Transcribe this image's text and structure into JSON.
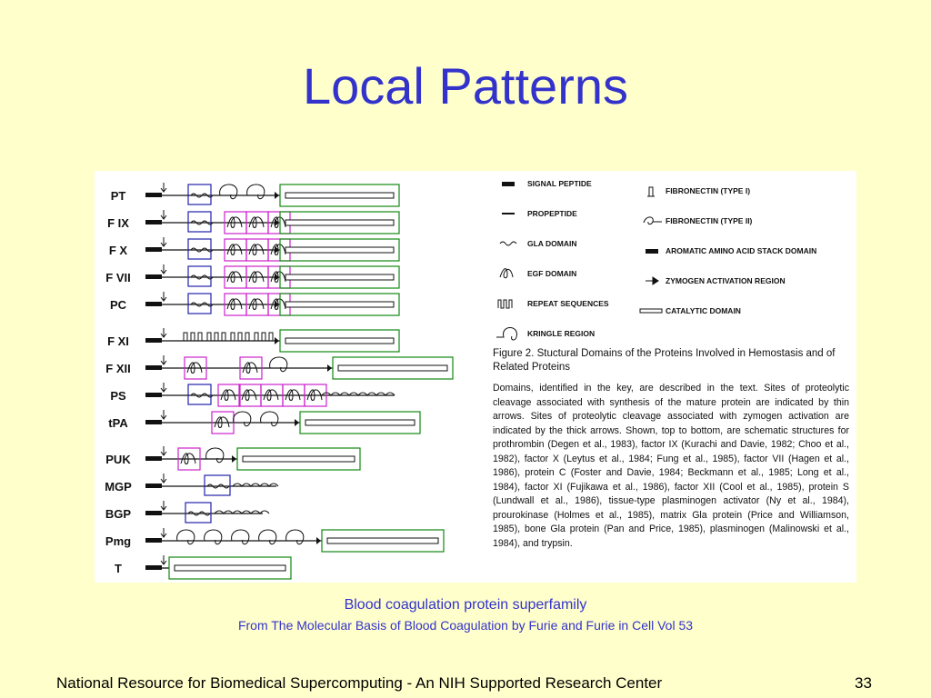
{
  "slide": {
    "title": "Local Patterns",
    "caption_line1": "Blood coagulation protein superfamily",
    "caption_line2": "From The Molecular Basis of Blood Coagulation by Furie and Furie in Cell Vol 53",
    "footer": "National Resource for Biomedical Supercomputing - An NIH Supported Research Center",
    "page_number": "33"
  },
  "figure": {
    "proteins": [
      "PT",
      "F IX",
      "F X",
      "F VII",
      "PC",
      "F XI",
      "F XII",
      "PS",
      "tPA",
      "PUK",
      "MGP",
      "BGP",
      "Pmg",
      "T"
    ],
    "key_left": [
      "SIGNAL PEPTIDE",
      "PROPEPTIDE",
      "GLA DOMAIN",
      "EGF DOMAIN",
      "REPEAT SEQUENCES",
      "KRINGLE REGION"
    ],
    "key_right": [
      "FIBRONECTIN (TYPE I)",
      "FIBRONECTIN (TYPE II)",
      "AROMATIC AMINO ACID STACK DOMAIN",
      "ZYMOGEN ACTIVATION REGION",
      "CATALYTIC DOMAIN"
    ],
    "fig_title": "Figure 2.  Stuctural Domains of the Proteins Involved in Hemostasis and of Related Proteins",
    "fig_body": "Domains, identified in the key, are described in the text. Sites of proteolytic cleavage associated with synthesis of the mature protein are indicated by thin arrows. Sites of proteolytic cleavage associated with zymogen activation are indicated by the thick arrows. Shown, top to bottom, are schematic structures for prothrombin (Degen et al., 1983), factor IX (Kurachi and Davie, 1982; Choo et al., 1982), factor X (Leytus et al., 1984; Fung et al., 1985), factor VII (Hagen et al., 1986), protein C (Foster and Davie, 1984; Beckmann et al., 1985; Long et al., 1984), factor XI (Fujikawa et al., 1986), factor XII (Cool et al., 1985), protein S (Lundwall et al., 1986), tissue-type plasminogen activator (Ny et al., 1984), prourokinase (Holmes et al., 1985), matrix Gla protein (Price and Williamson, 1985), bone Gla protein (Pan and Price, 1985), plasminogen (Malinowski et al., 1984), and trypsin.",
    "colors": {
      "gla_box": "#2222aa",
      "egf_box": "#cc22cc",
      "catalytic_box": "#118811"
    }
  }
}
